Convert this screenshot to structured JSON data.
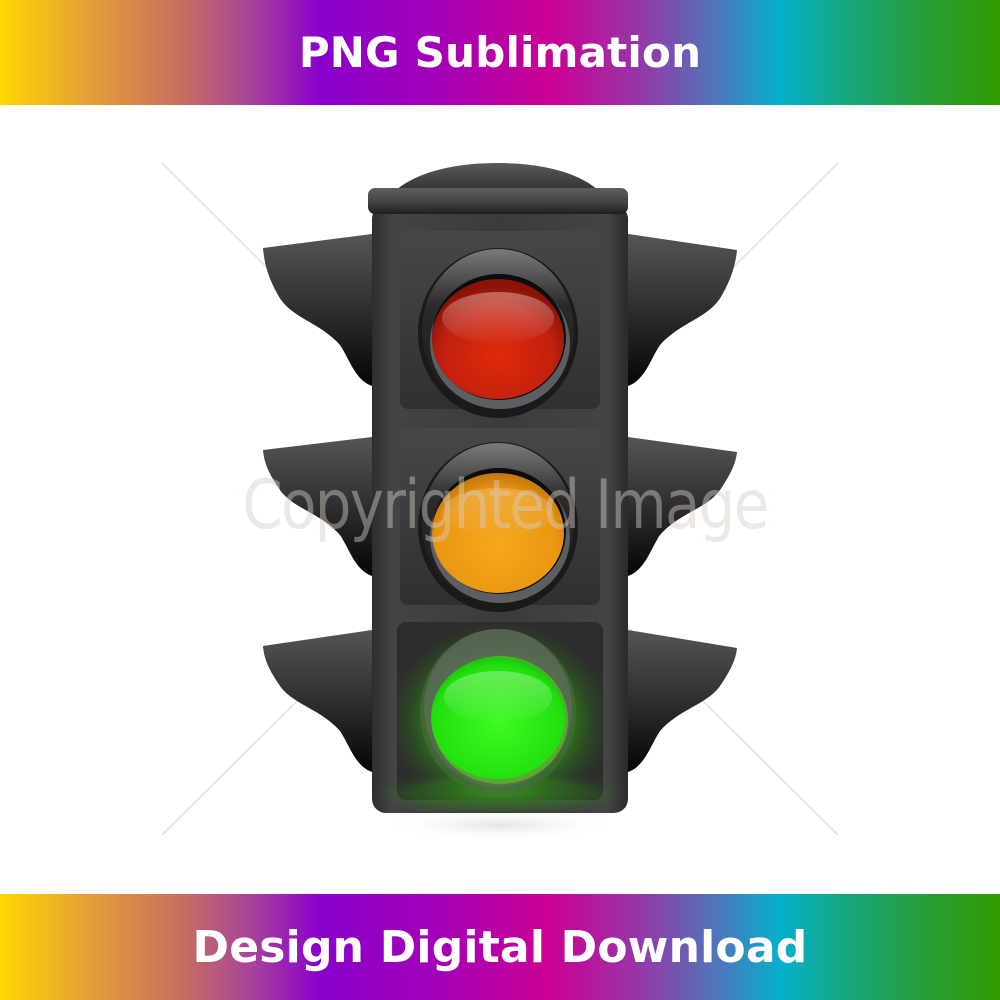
{
  "banners": {
    "top_label": "PNG Sublimation",
    "bottom_label": "Design Digital Download"
  },
  "watermark": {
    "text": "Copyrighted Image"
  },
  "traffic_light": {
    "lights": [
      {
        "name": "red",
        "color": "#D42A10",
        "state": "off"
      },
      {
        "name": "amber",
        "color": "#F2A11E",
        "state": "off"
      },
      {
        "name": "green",
        "color": "#2CF016",
        "state": "on"
      }
    ],
    "housing_color": "#3A3A3A"
  },
  "colors": {
    "banner_gradient_start": "#FFD700",
    "banner_gradient_mid": "#8A00CC",
    "banner_gradient_magenta": "#CC0094",
    "banner_gradient_cyan": "#04B0CC",
    "banner_gradient_end": "#339900",
    "banner_text": "#FFFFFF"
  }
}
